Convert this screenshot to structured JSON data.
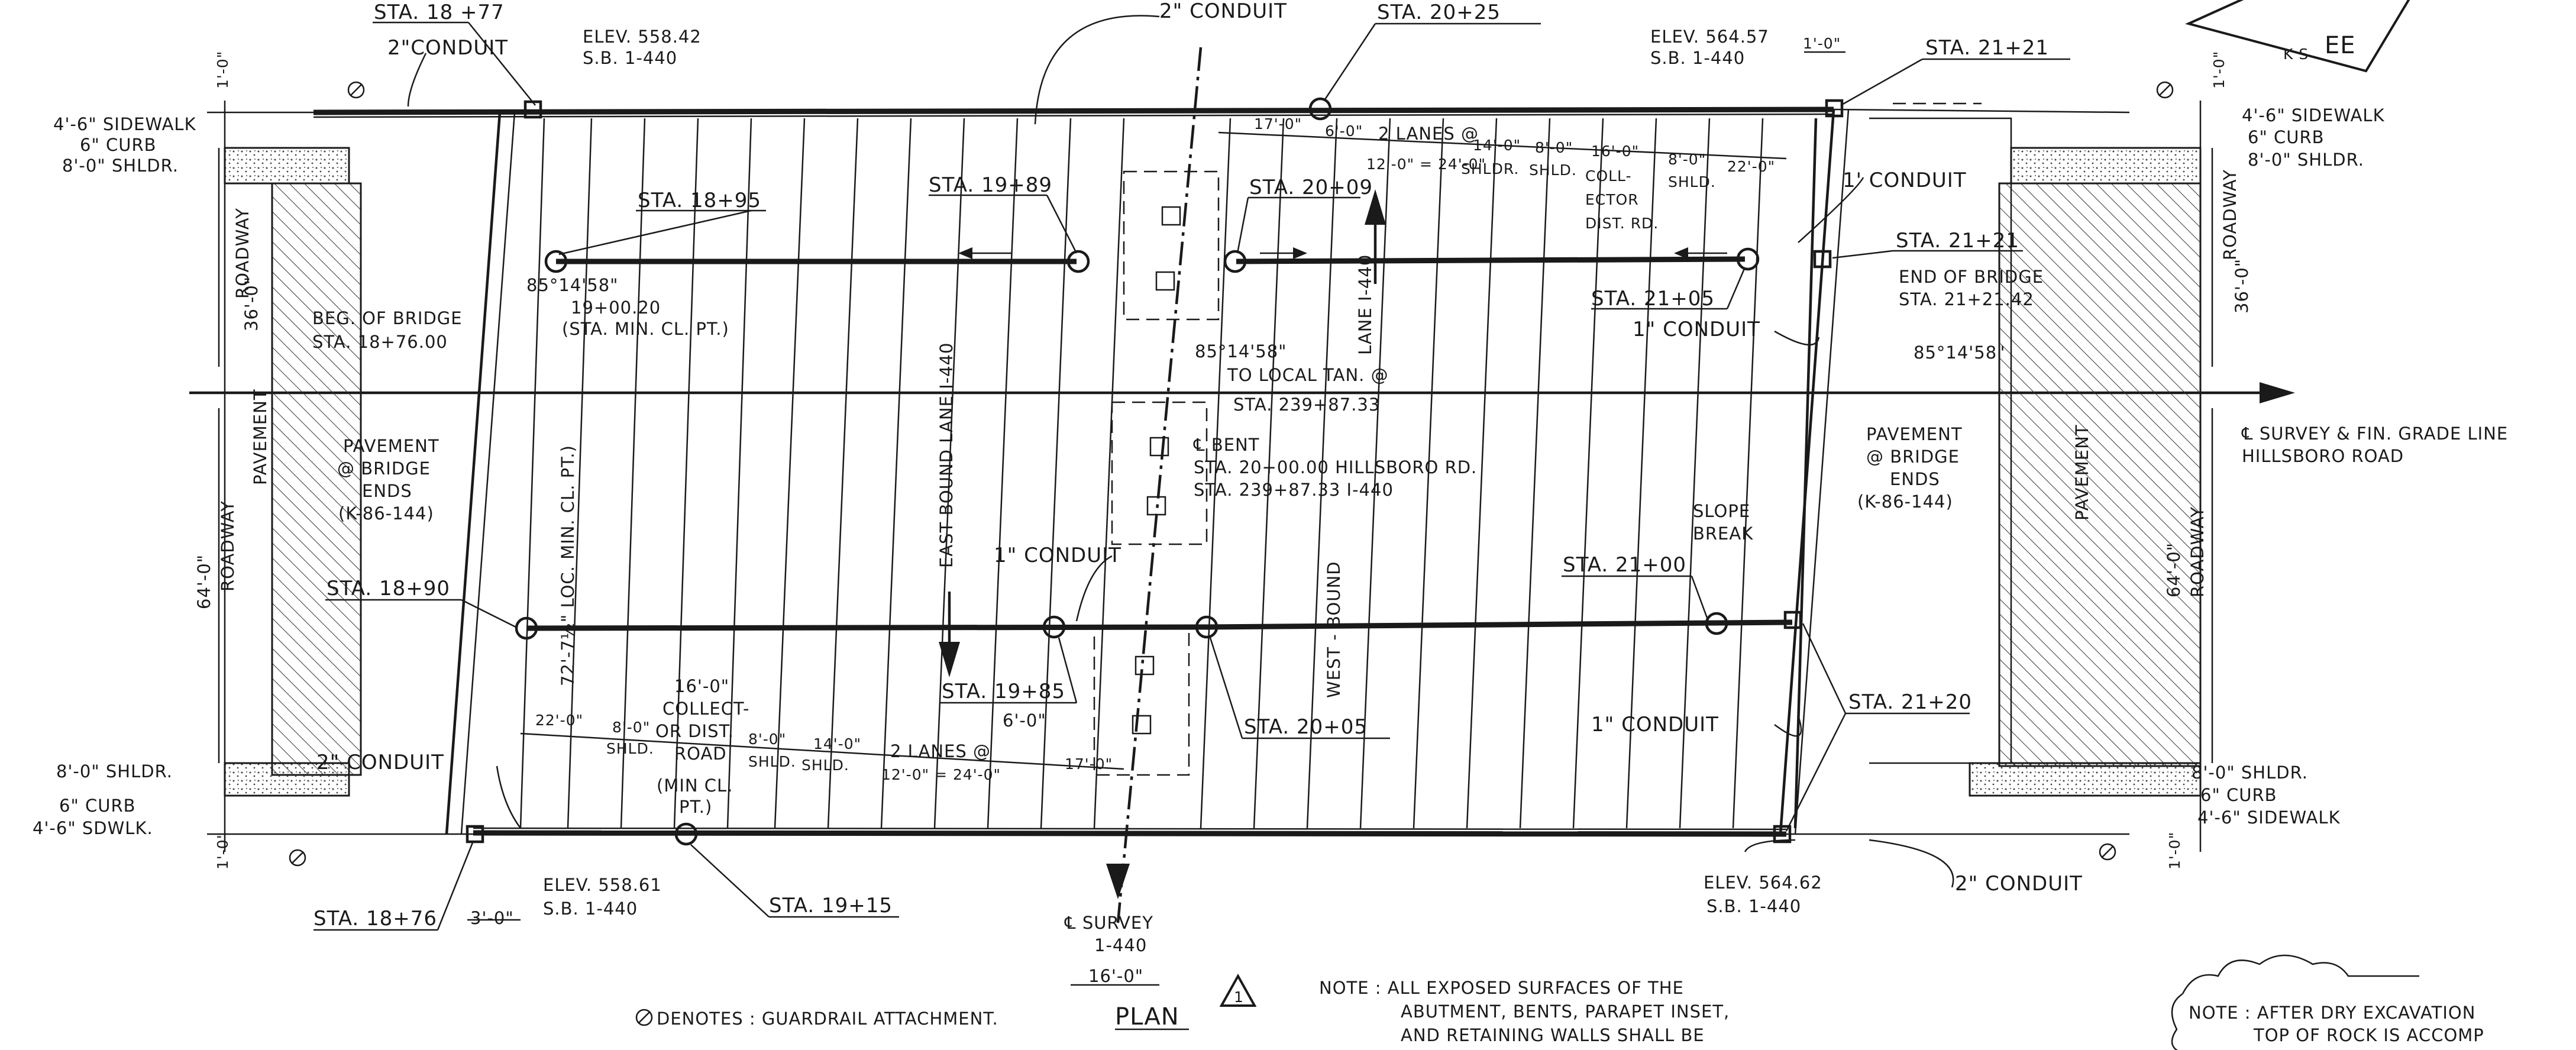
{
  "labels": {
    "sta_1877": "STA. 18 +77",
    "conduit_top_left": "2\"CONDUIT",
    "elev_55842": "ELEV. 558.42",
    "sb_top_left": "S.B. 1-440",
    "conduit_top_mid": "2\" CONDUIT",
    "sta_2025": "STA. 20+25",
    "elev_56457": "ELEV. 564.57",
    "sb_top_right": "S.B. 1-440",
    "dim_1_0_top_right": "1'-0\"",
    "sta_2121_top": "STA. 21+21",
    "dim_1_0_left_top": "1'-0\"",
    "dim_1_0_right_top": "1'-0\"",
    "sidewalk_left_top": "4'-6\" SIDEWALK",
    "curb_left_top": "6\" CURB",
    "shldr_left_top": "8'-0\" SHLDR.",
    "sidewalk_right_top": "4'-6\" SIDEWALK",
    "curb_right_top": "6\" CURB",
    "shldr_right_top": "8'-0\" SHLDR.",
    "dim_17_0_top": "17'-0\"",
    "dim_6_0_top": "6'-0\"",
    "lanes_top_a": "2 LANES @",
    "lanes_top_b": "12'-0\" = 24'-0\"",
    "dim_14_0_top": "14'-0\"",
    "shldr_top": "SHLDR.",
    "dim_8_0_top": "8'-0\"",
    "shld_top": "SHLD.",
    "dim_16_0_top": "16'-0\"",
    "coll_a": "COLL-",
    "coll_b": "ECTOR",
    "coll_c": "DIST. RD.",
    "dim_8_0_top_b": "8'-0\"",
    "shld_top_b": "SHLD.",
    "dim_22_0_top": "22'-0\"",
    "conduit_1_right_top": "1' CONDUIT",
    "sta_1895": "STA. 18+95",
    "sta_1989": "STA. 19+89",
    "sta_2009": "STA. 20+09",
    "sta_2121_mid": "STA. 21+21",
    "end_bridge_a": "END OF BRIDGE",
    "end_bridge_b": "STA. 21+21.42",
    "sta_2105": "STA. 21+05",
    "conduit_1_right_mid": "1\" CONDUIT",
    "angle_left": "85°14'58\"",
    "sta_min_a": "19+00.20",
    "sta_min_b": "(STA. MIN. CL. PT.)",
    "beg_bridge_a": "BEG. OF BRIDGE",
    "beg_bridge_b": "STA. 18+76.00",
    "roadway_left_36": "36'-0\"",
    "roadway_left_36_b": "ROADWAY",
    "lane_i440": "LANE I-440",
    "angle_mid_a": "85°14'58\"",
    "angle_mid_b": "TO LOCAL TAN. @",
    "angle_mid_c": "STA. 239+87.33",
    "angle_right": "85°14'58\"",
    "roadway_right_36": "36'-0\"",
    "roadway_right_36_b": "ROADWAY",
    "survey_right_a": "℄ SURVEY & FIN. GRADE LINE",
    "survey_right_b": "HILLSBORO ROAD",
    "pavement_left": "PAVEMENT",
    "pav_bridge_left_a": "PAVEMENT",
    "pav_bridge_left_b": "@ BRIDGE",
    "pav_bridge_left_c": "ENDS",
    "pav_bridge_left_d": "(K-86-144)",
    "east_bound": "EAST BOUND LANE I-440",
    "bent_a": "℄ BENT",
    "bent_b": "STA. 20+00.00 HILLSBORO RD.",
    "bent_c": "STA. 239+87.33 I-440",
    "slope_a": "SLOPE",
    "slope_b": "BREAK",
    "pav_bridge_right_a": "PAVEMENT",
    "pav_bridge_right_b": "@ BRIDGE",
    "pav_bridge_right_c": "ENDS",
    "pav_bridge_right_d": "(K-86-144)",
    "pavement_right": "PAVEMENT",
    "roadway_left_64": "64'-0\"",
    "roadway_left_64_b": "ROADWAY",
    "roadway_right_64": "64'-0\"",
    "roadway_right_64_b": "ROADWAY",
    "loc_min": "72'-7½\" LOC. MIN. CL. PT.)",
    "sta_1890": "STA. 18+90",
    "conduit_1_mid": "1\" CONDUIT",
    "sta_2100": "STA. 21+00",
    "west_bound": "WEST - BOUND",
    "sta_1985": "STA. 19+85",
    "dim_6_0_bot": "6'-0\"",
    "sta_2005": "STA. 20+05",
    "conduit_1_right_bot": "1\" CONDUIT",
    "sta_2120": "STA. 21+20",
    "dim_16_0_bot_a": "16'-0\"",
    "dim_16_0_bot_b": "COLLECT-",
    "dim_16_0_bot_c": "OR DIST.",
    "dim_16_0_bot_d": "ROAD",
    "dim_22_0_bot": "22'-0\"",
    "dim_8_0_bot": "8'-0\"",
    "shld_bot": "SHLD.",
    "dim_8_0_bot_b": "8'-0\"",
    "shld_bot_b": "SHLD.",
    "dim_14_0_bot": "14'-0\"",
    "shld_bot_c": "SHLD.",
    "lanes_bot_a": "2 LANES @",
    "lanes_bot_b": "12'-0\" = 24'-0\"",
    "dim_17_0_bot": "17'-0\"",
    "min_cl_a": "(MIN CL.",
    "min_cl_b": "PT.)",
    "shldr_left_bot": "8'-0\" SHLDR.",
    "curb_left_bot": "6\" CURB",
    "sidewalk_left_bot": "4'-6\" SDWLK.",
    "conduit_2_left_bot": "2\" CONDUIT",
    "shldr_right_bot": "8'-0\" SHLDR.",
    "curb_right_bot": "6\" CURB",
    "sidewalk_right_bot": "4'-6\" SIDEWALK",
    "dim_1_0_left_bot": "1'-0\"",
    "dim_1_0_right_bot": "1'-0\"",
    "elev_55861": "ELEV. 558.61",
    "sb_bot_left": "S.B. 1-440",
    "sta_1876": "STA. 18+76",
    "dim_3_0": "3'-0\"",
    "sta_1915": "STA. 19+15",
    "elev_56462": "ELEV. 564.62",
    "sb_bot_right": "S.B. 1-440",
    "conduit_2_right_bot": "2\" CONDUIT",
    "survey_bot_a": "℄ SURVEY",
    "survey_bot_b": "1-440",
    "dim_16_0_survey": "16'-0\"",
    "denotes": "DENOTES : GUARDRAIL ATTACHMENT.",
    "plan": "PLAN",
    "plan_badge": "1",
    "note_a": "NOTE :  ALL EXPOSED SURFACES OF THE",
    "note_b": "ABUTMENT, BENTS, PARAPET INSET,",
    "note_c": "AND RETAINING WALLS SHALL BE",
    "note_right_a": "NOTE :  AFTER DRY EXCAVATION",
    "note_right_b": "TOP OF ROCK IS ACCOMP",
    "stamp_a": "EE",
    "stamp_b": "K S"
  }
}
